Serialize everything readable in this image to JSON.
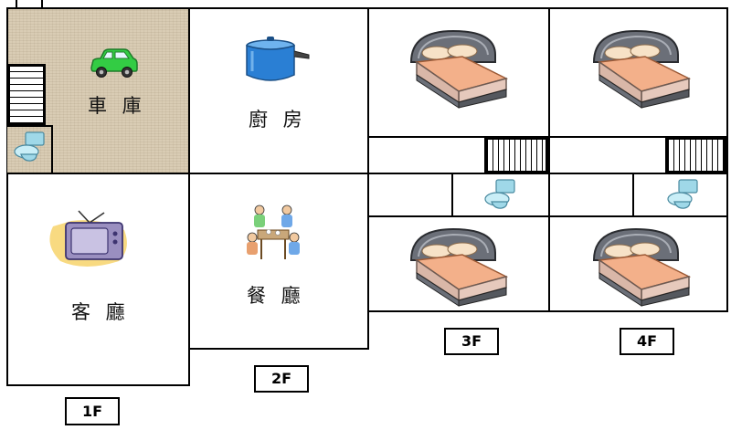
{
  "floors": {
    "f1": {
      "tag": "1F",
      "garage_label": "車 庫",
      "living_label": "客 廳"
    },
    "f2": {
      "tag": "2F",
      "kitchen_label": "廚 房",
      "dining_label": "餐 廳"
    },
    "f3": {
      "tag": "3F"
    },
    "f4": {
      "tag": "4F"
    }
  },
  "icons": {
    "garage": "car-icon",
    "kitchen": "pot-icon",
    "living": "tv-icon",
    "dining": "dining-people-icon",
    "bedroom": "bed-icon",
    "bathroom": "toilet-icon",
    "stairs": "staircase-icon"
  },
  "colors": {
    "garage_floor": "#d9ccb4",
    "car": "#33cc44",
    "pot": "#2a7fd4",
    "tv": "#9a8fc0",
    "bed_sheet": "#f3b08a",
    "bed_frame": "#55585e",
    "toilet": "#9fd8e8"
  }
}
